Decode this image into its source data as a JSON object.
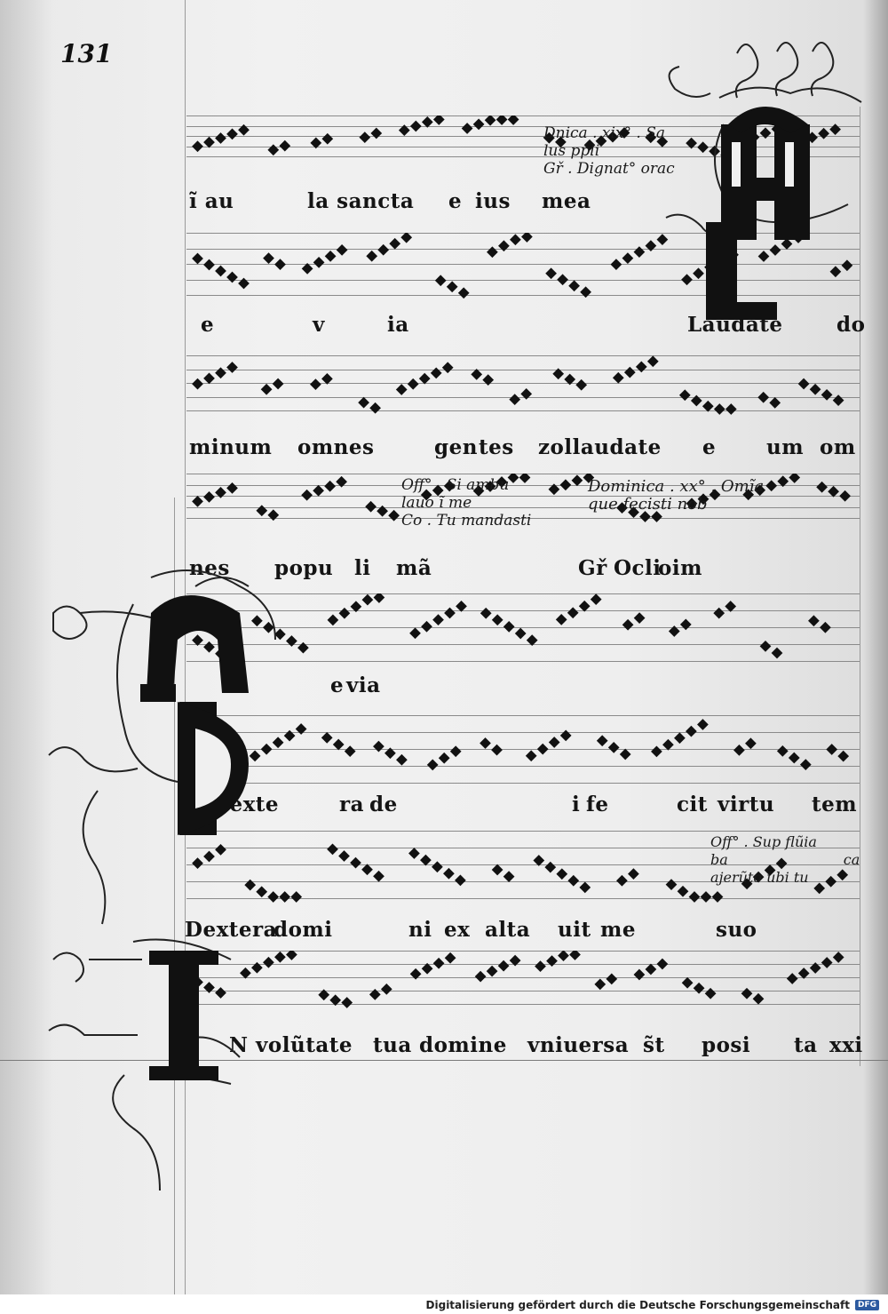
{
  "folio": "131",
  "lyrics": [
    [
      "ĩ au",
      "la sancta",
      "e",
      "ius",
      "mea"
    ],
    [
      "e",
      "v",
      "ia",
      "Laudate",
      "do"
    ],
    [
      "minum",
      "omnes",
      "gen",
      "tes",
      "zollaudate",
      "e",
      "um",
      "om"
    ],
    [
      "nes",
      "popu",
      "li",
      "mã",
      "Gř",
      "Ocli",
      "oim"
    ],
    [
      "e",
      "via"
    ],
    [
      "Dexte",
      "ra",
      "de",
      "i",
      "fe",
      "cit",
      "virtu",
      "tem"
    ],
    [
      "Dextera",
      "domi",
      "ni",
      "ex",
      "alta",
      "uit",
      "me",
      "suo"
    ],
    [
      "N volũtate",
      "tua",
      "domine",
      "vniuersa",
      "s̃t",
      "posi",
      "ta",
      "xxi"
    ]
  ],
  "rubrics": {
    "r1": [
      "Dnica . xix° . Sa",
      "lus ppli",
      "Gř . Dignat° orac"
    ],
    "r2": [
      "Off° . Si ambu",
      "lauo ĩ me",
      "Co . Tu mandasti"
    ],
    "r3": [
      "Dominica . xx° . Omĩa",
      "que fecisti nob"
    ],
    "r4": [
      "Off° . Sup flũia",
      "ba",
      "ca",
      "ajerũto ubi tu"
    ]
  },
  "footer": {
    "text": "Digitalisierung gefördert durch die Deutsche Forschungsgemeinschaft",
    "badge": "DFG"
  },
  "colors": {
    "ink": "#111111",
    "parchment": "#ececec",
    "rule": "#9a9a9a"
  }
}
